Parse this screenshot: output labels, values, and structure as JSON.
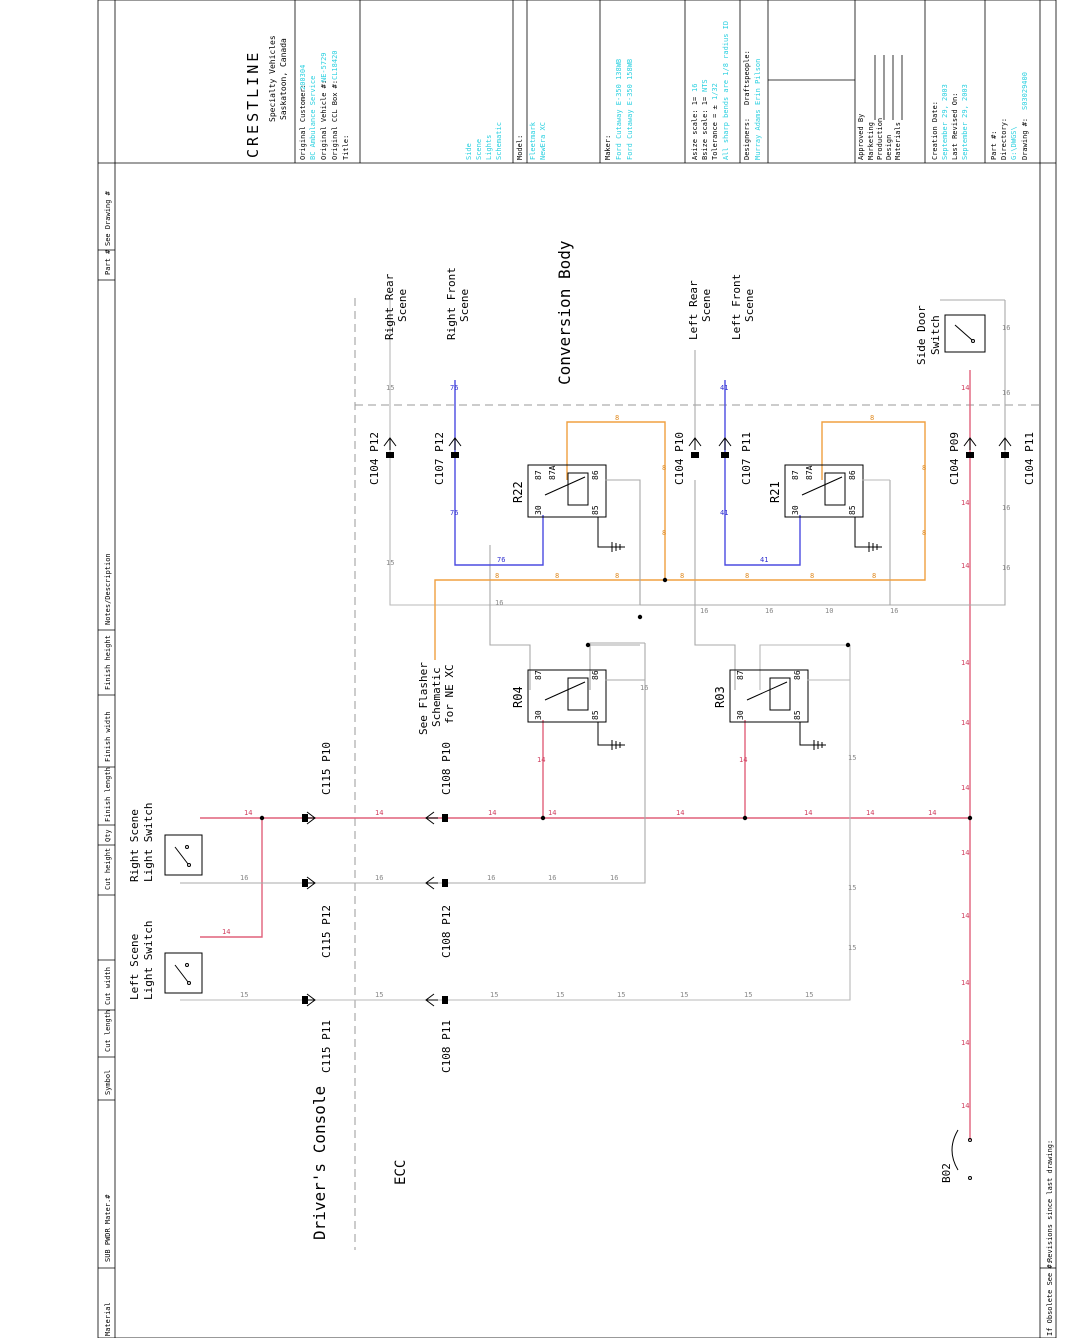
{
  "header_row": {
    "columns": [
      "Material",
      "SUB PWDR Mater.#",
      "Symbol",
      "Cut length",
      "Cut width",
      "Cut height",
      "Qty",
      "Finish length",
      "Finish width",
      "Finish height",
      "Notes/Description",
      "Part #",
      "See Drawing #"
    ]
  },
  "footer_row": {
    "obsolete": "If Obsolete See #:",
    "revisions": "Revisions since last drawing:"
  },
  "title_block": {
    "company": "CRESTLINE",
    "company_sub1": "Specialty Vehicles",
    "company_sub2": "Saskatoon, Canada",
    "orig_customer_label": "Original Customer:",
    "orig_customer_value": "200304",
    "orig_customer_value2": "BC Ambulance Service",
    "orig_vehicle_label": "Original Vehicle #:",
    "orig_vehicle_value": "NE-5729",
    "orig_box_label": "Original CCL Box #:",
    "orig_box_value": "CL18420",
    "title_label": "Title:",
    "title_lines": [
      "Side",
      "Scene",
      "Lights",
      "Schematic"
    ],
    "model_label": "Model:",
    "model_values": [
      "Fleetmark",
      "NewEra XC"
    ],
    "maker_label": "Maker:",
    "maker_values": [
      "Ford Cutaway E-350 138WB",
      "Ford Cutaway E-350 158WB"
    ],
    "asize_label": "Asize scale: 1=",
    "asize_value": "16",
    "bsize_label": "Bsize scale: 1=",
    "bsize_value": "NTS",
    "tolerance_label": "Tolerance = ±",
    "tolerance_value": "1/32",
    "bends_note": "All sharp bends are 1/8 radius ID",
    "designers_label": "Designers:",
    "draftspeople_label": "Draftspeople:",
    "designer_name": "Murray Adams",
    "draftsperson_name": "Erin Pilson",
    "approved_by": "Approved By",
    "approvers": [
      "Marketing",
      "Production",
      "Design",
      "Materials"
    ],
    "creation_label": "Creation Date:",
    "creation_value": "September 29, 2003",
    "revised_label": "Last Revised On:",
    "revised_value": "September 29, 2003",
    "part_label": "Part #:",
    "directory_label": "Directory:",
    "directory_value": "G:\\DWGS\\",
    "drawing_label": "Drawing #:",
    "drawing_value": "S03029400"
  },
  "schematic": {
    "zone_drivers_console": "Driver's Console",
    "zone_ecc": "ECC",
    "zone_conversion_body": "Conversion Body",
    "left_scene_switch": [
      "Left Scene",
      "Light Switch"
    ],
    "right_scene_switch": [
      "Right Scene",
      "Light Switch"
    ],
    "side_door_switch": [
      "Side Door",
      "Switch"
    ],
    "see_flasher": [
      "See Flasher",
      "Schematic",
      "for NE XC"
    ],
    "right_rear_scene": [
      "Right Rear",
      "Scene"
    ],
    "right_front_scene": [
      "Right Front",
      "Scene"
    ],
    "left_rear_scene": [
      "Left Rear",
      "Scene"
    ],
    "left_front_scene": [
      "Left Front",
      "Scene"
    ],
    "ground": "B02",
    "connectors": {
      "c115_p11": "C115 P11",
      "c115_p12": "C115 P12",
      "c115_p10": "C115 P10",
      "c108_p11": "C108 P11",
      "c108_p12": "C108 P12",
      "c108_p10": "C108 P10",
      "c104_p12": "C104 P12",
      "c107_p12": "C107 P12",
      "c104_p10": "C104 P10",
      "c107_p11": "C107 P11",
      "c104_p09": "C104 P09",
      "c104_p11": "C104 P11"
    },
    "relays": {
      "r04": "R04",
      "r03": "R03",
      "r22": "R22",
      "r21": "R21",
      "pin30": "30",
      "pin87": "87",
      "pin87a": "87A",
      "pin85": "85",
      "pin86": "86"
    },
    "wire_labels": {
      "w14": "14",
      "w15": "15",
      "w16": "16",
      "w8": "8",
      "w76": "76",
      "w41": "41",
      "w10": "10"
    }
  }
}
